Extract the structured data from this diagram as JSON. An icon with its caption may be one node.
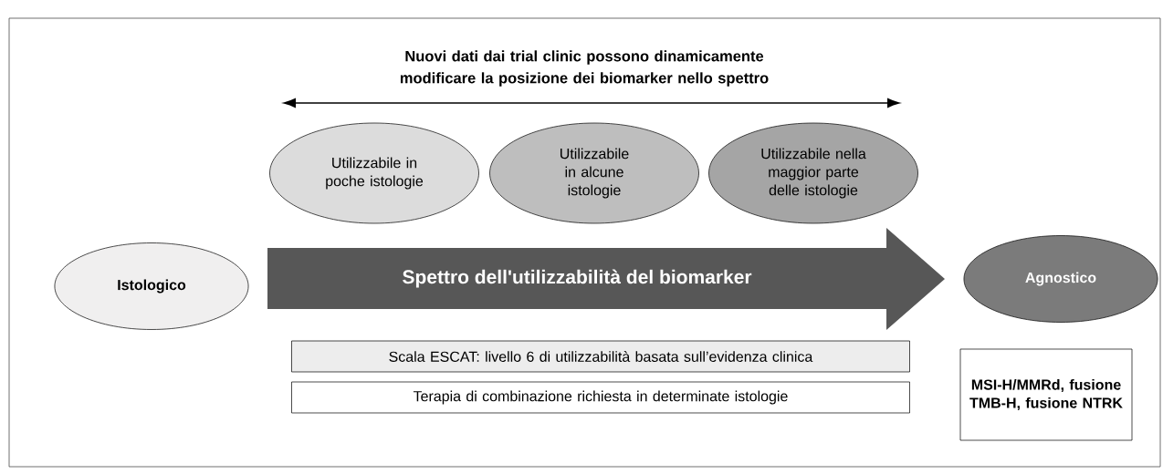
{
  "diagram": {
    "title": "Nuovi dati dai trial clinic possono dinamicamente modificare la posizione dei biomarker nello spettro",
    "nodes": [
      {
        "text": [
          "Istologico"
        ]
      },
      {
        "text": [
          "Utilizzabile in poche istologie"
        ]
      },
      {
        "text": [
          "Utilizzabile in alcune istologie"
        ]
      },
      {
        "text": [
          "Utilizzabile nella maggior parte delle istologie"
        ]
      },
      {
        "text": [
          "Spettro dell'utilizzabilità del biomarker"
        ]
      },
      {
        "text": [
          "Agnostico"
        ]
      },
      {
        "text": [
          "Scala ESCAT: livello 6 di utilizzabilità basata sull’evidenza clinica"
        ]
      },
      {
        "text": [
          "Terapia di combinazione richiesta in determinate istologie"
        ]
      },
      {
        "text": [
          "MSI-H/MMRd, fusione TMB-H, fusione NTRK"
        ]
      }
    ]
  }
}
